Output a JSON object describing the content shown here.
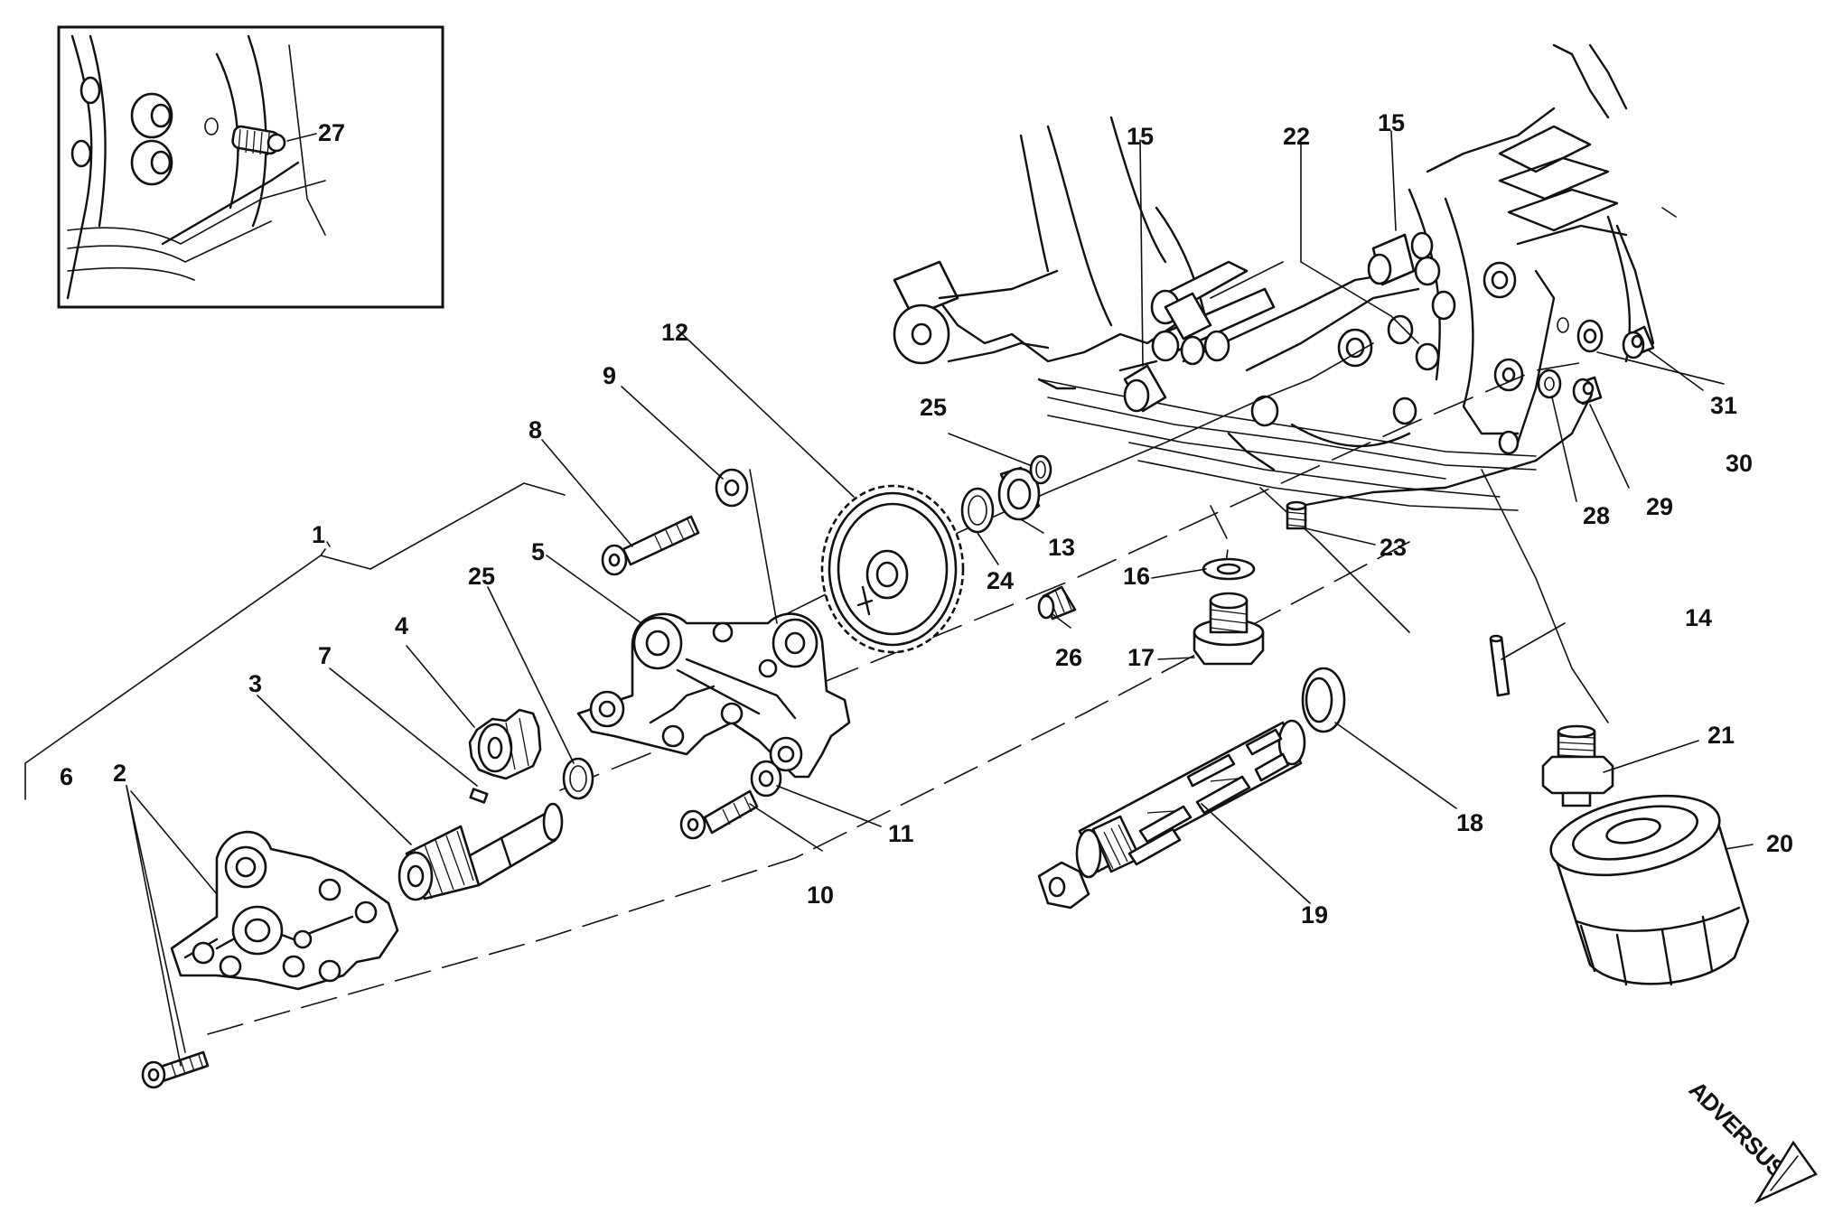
{
  "callouts": [
    "1",
    "2",
    "3",
    "4",
    "5",
    "6",
    "7",
    "8",
    "9",
    "10",
    "11",
    "12",
    "13",
    "14",
    "15",
    "15",
    "16",
    "17",
    "18",
    "19",
    "20",
    "21",
    "22",
    "23",
    "24",
    "25",
    "25",
    "26",
    "27",
    "28",
    "29",
    "30",
    "31"
  ],
  "watermark": "ADVERSUS"
}
